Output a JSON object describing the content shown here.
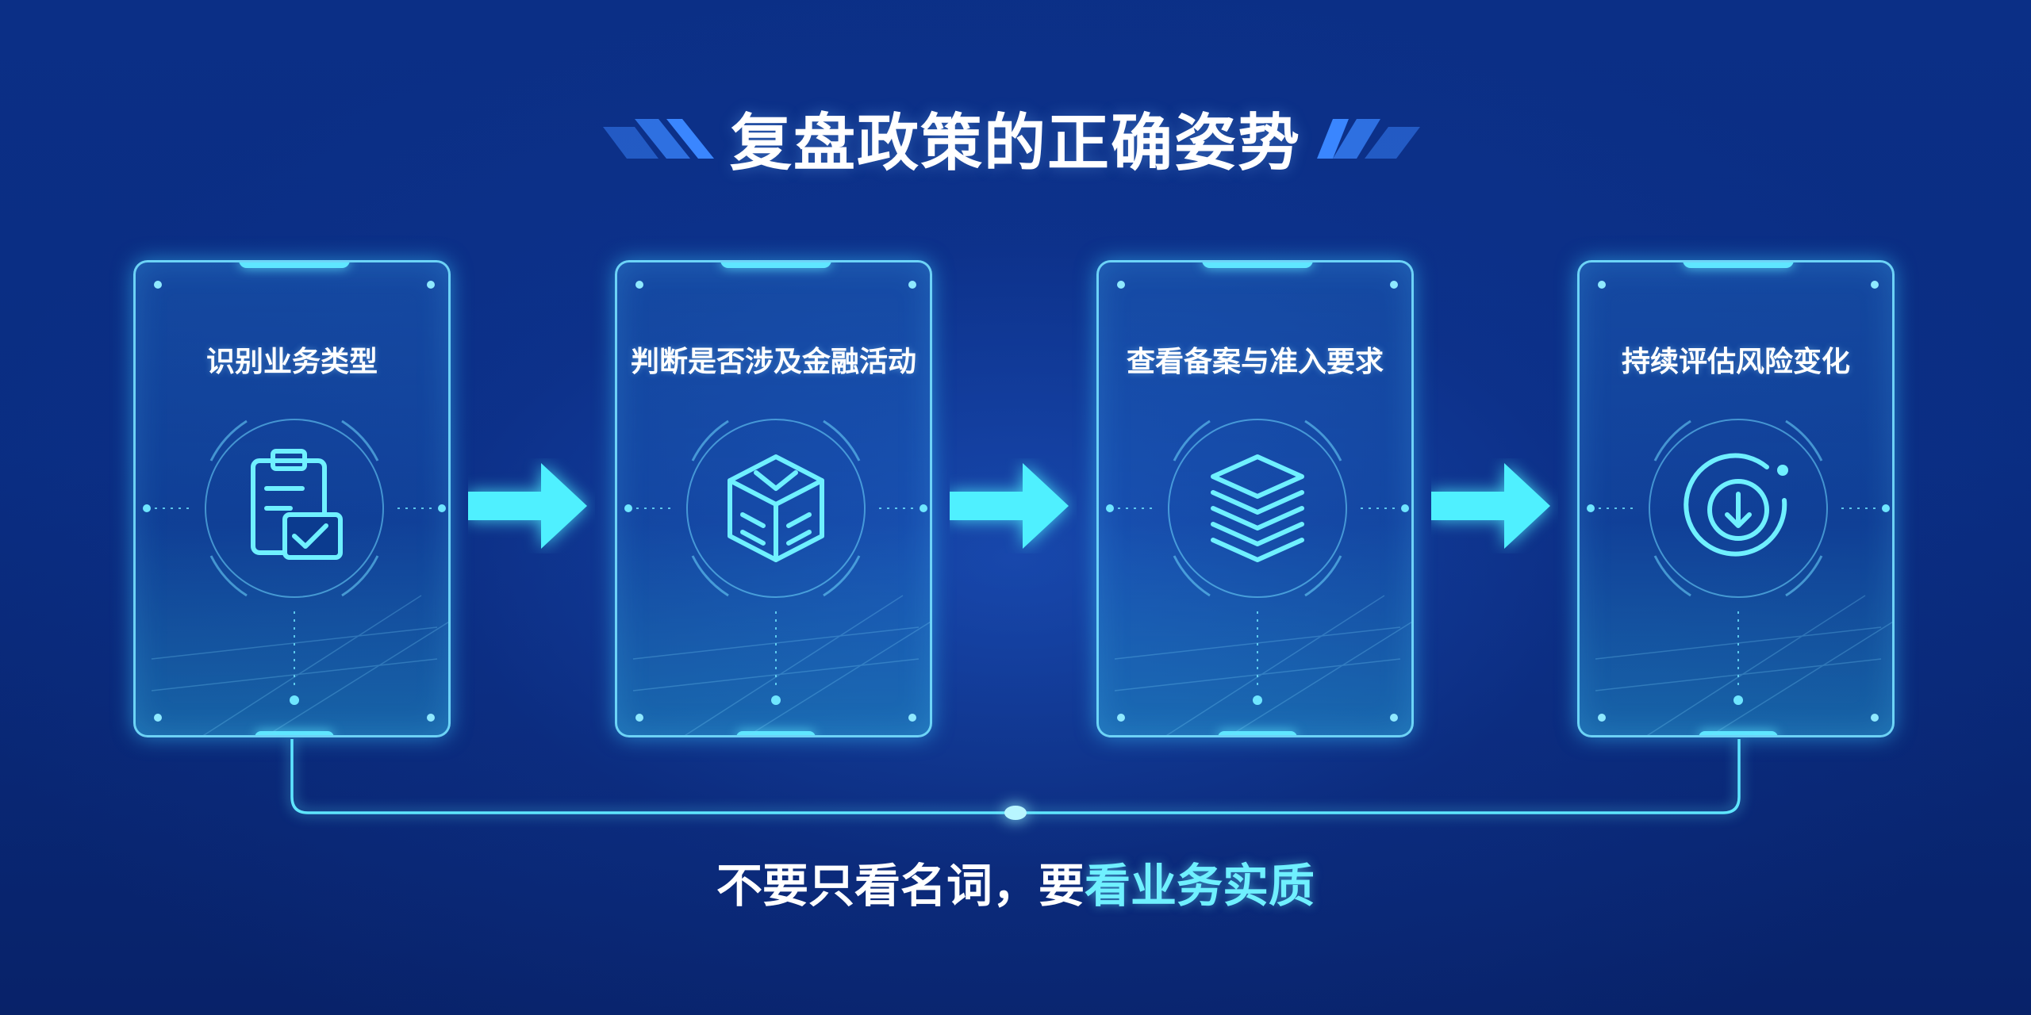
{
  "title": "复盘政策的正确姿势",
  "steps": [
    {
      "label": "识别业务类型",
      "icon": "clipboard-check-icon"
    },
    {
      "label": "判断是否涉及金融活动",
      "icon": "cube-box-icon"
    },
    {
      "label": "查看备案与准入要求",
      "icon": "stacked-layers-icon"
    },
    {
      "label": "持续评估风险变化",
      "icon": "circular-download-icon"
    }
  ],
  "caption": {
    "plain": "不要只看名词，要",
    "highlight": "看业务实质"
  },
  "colors": {
    "background": "#0a2d82",
    "accent": "#5fe6ff",
    "highlight": "#6ff0ff",
    "text": "#ffffff"
  }
}
